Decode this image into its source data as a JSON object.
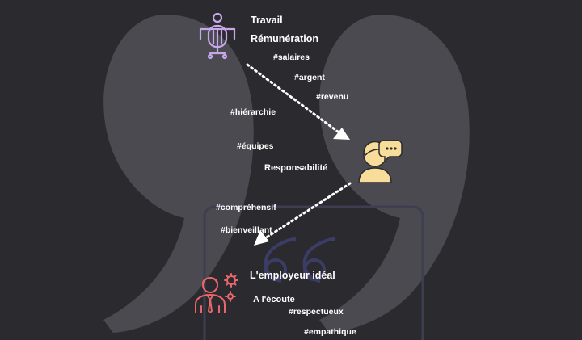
{
  "colors": {
    "background": "#2b2b2f",
    "quote_mark": "#4a4a50",
    "frame_stroke": "#3d3e52",
    "work_icon": "#c7a7ea",
    "person_icon": "#f8dc9a",
    "employer_icon": "#e8676a",
    "text": "#ffffff"
  },
  "icons": {
    "work": "office-chair-desk-icon",
    "person": "person-speech-bubble-icon",
    "employer": "businessman-gear-icon",
    "quote_close": "closing-quote-icon",
    "quote_open": "opening-quote-icon"
  },
  "labels": {
    "travail": "Travail",
    "remuneration": "Rémunération",
    "salaires": "#salaires",
    "argent": "#argent",
    "revenu": "#revenu",
    "hierarchie": "#hiérarchie",
    "equipes": "#équipes",
    "responsabilite": "Responsabilité",
    "comprehensif": "#compréhensif",
    "bienveillant": "#bienveillant",
    "employeur": "L'employeur idéal",
    "ecoute": "A l'écoute",
    "respectueux": "#respectueux",
    "empathique": "#empathique"
  }
}
